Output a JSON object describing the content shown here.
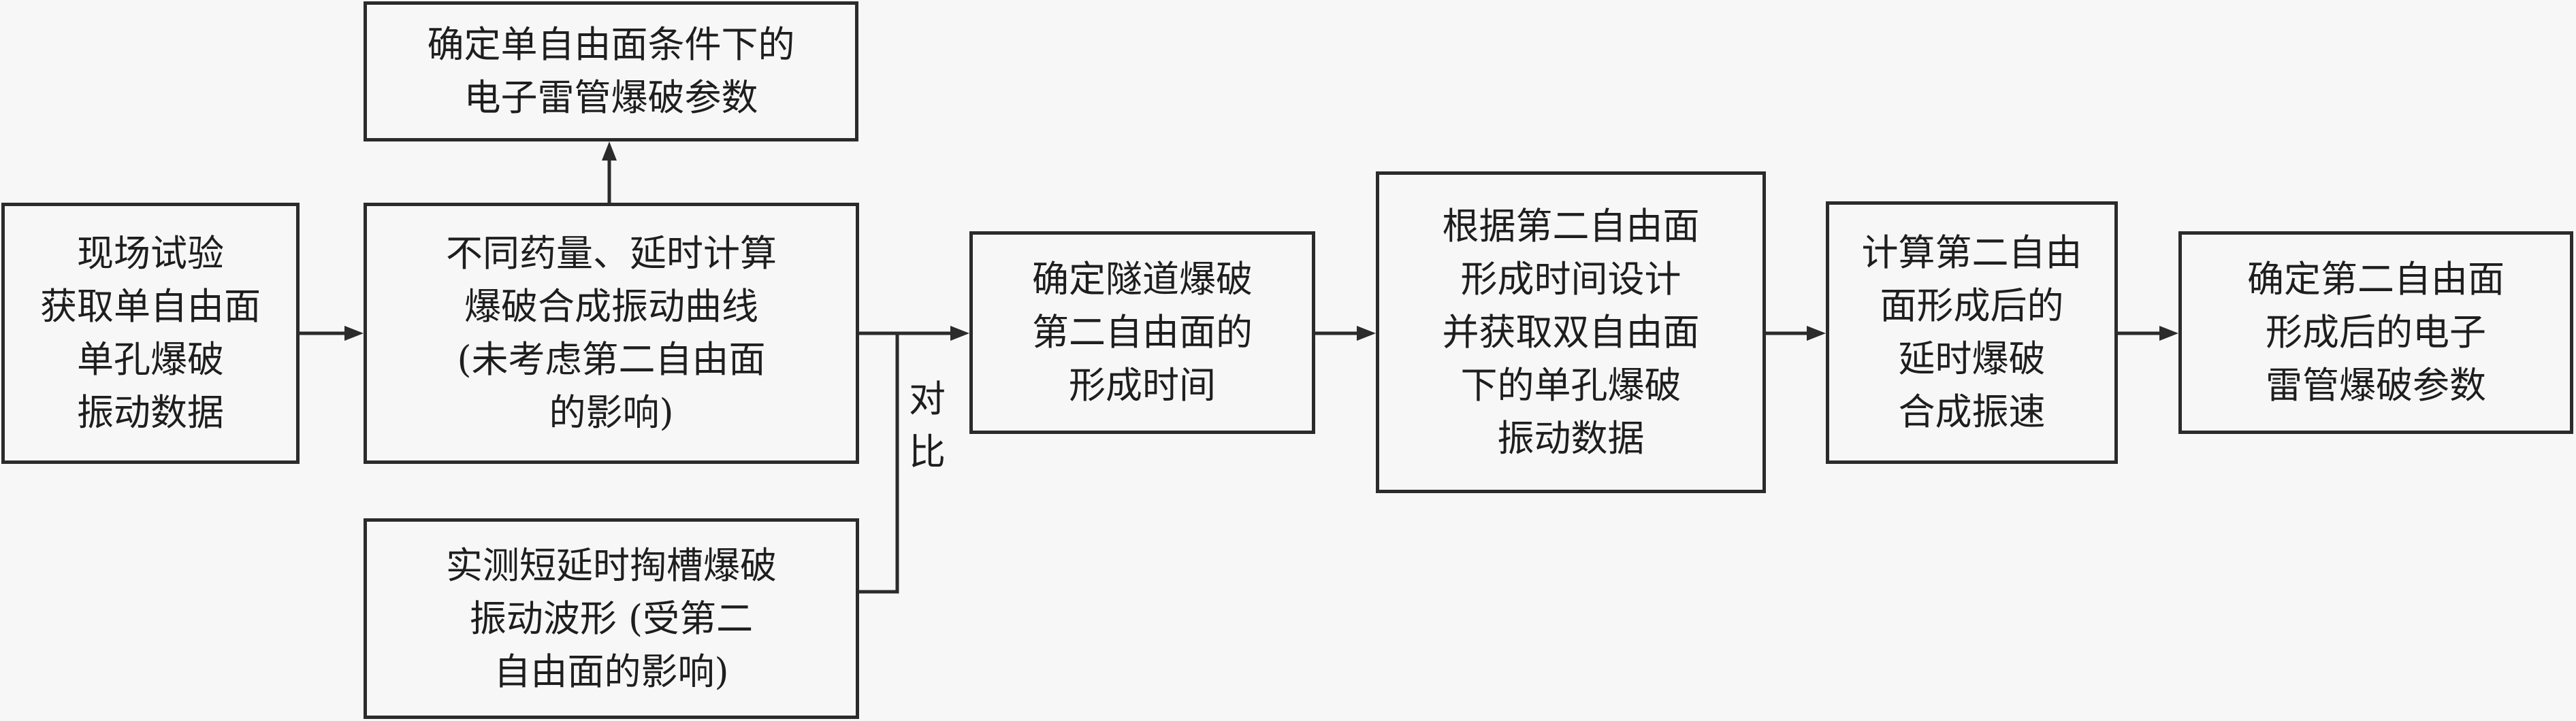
{
  "nodes": {
    "field_test": "现场试验\n获取单自由面\n单孔爆破\n振动数据",
    "dose_delay": "不同药量、延时计算\n爆破合成振动曲线\n(未考虑第二自由面\n的影响)",
    "single_free_params": "确定单自由面条件下的\n电子雷管爆破参数",
    "measured_wave": "实测短延时掏槽爆破\n振动波形 (受第二\n自由面的影响)",
    "tunnel_time": "确定隧道爆破\n第二自由面的\n形成时间",
    "double_free_data": "根据第二自由面\n形成时间设计\n并获取双自由面\n下的单孔爆破\n振动数据",
    "calc_velocity": "计算第二自由\n面形成后的\n延时爆破\n合成振速",
    "final_params": "确定第二自由面\n形成后的电子\n雷管爆破参数"
  },
  "edge_labels": {
    "compare": "对\n比"
  }
}
